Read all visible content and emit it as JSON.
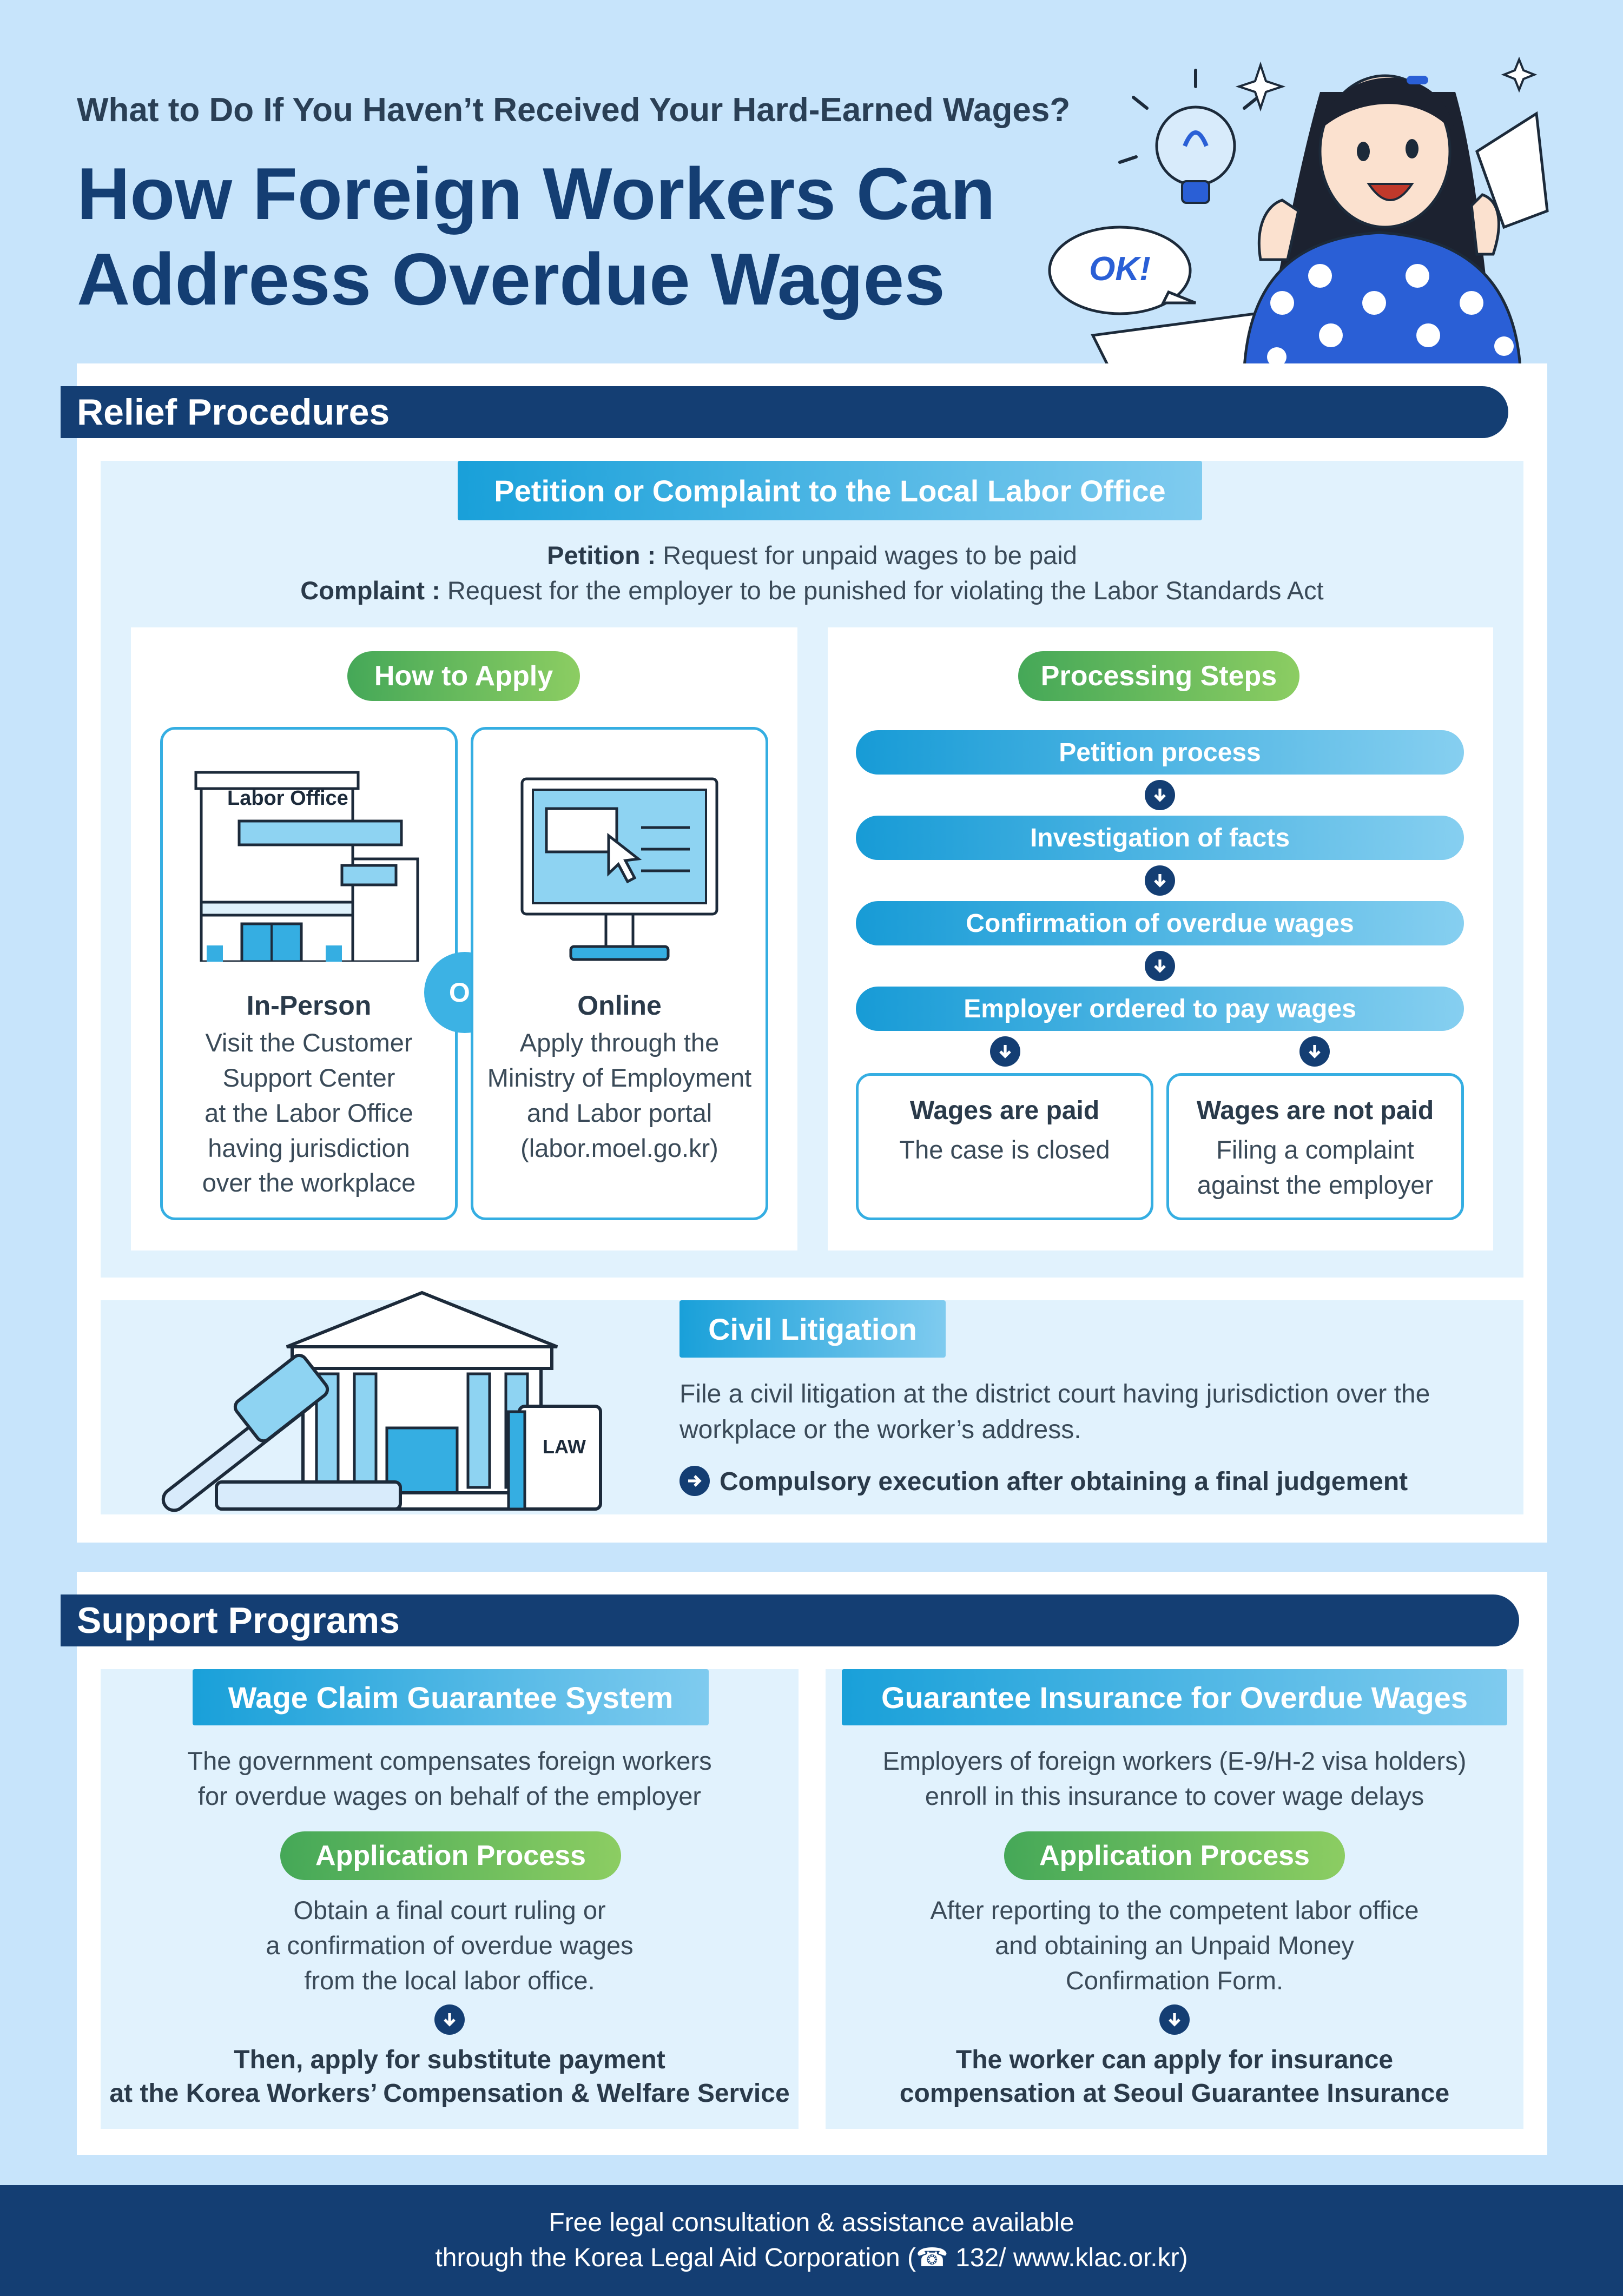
{
  "header": {
    "subtitle": "What to Do If You Haven’t Received Your Hard-Earned Wages?",
    "title_line1": "How Foreign Workers Can",
    "title_line2": "Address Overdue Wages",
    "speech_bubble": "OK!"
  },
  "relief": {
    "section_title": "Relief Procedures",
    "petition_tab": "Petition or Complaint to the Local Labor Office",
    "petition_label": "Petition :",
    "petition_desc": "Request for unpaid wages to be paid",
    "complaint_label": "Complaint :",
    "complaint_desc": "Request for the employer to be punished for violating the Labor Standards Act",
    "how_to_apply": {
      "title": "How to Apply",
      "in_person": {
        "sign": "Labor Office",
        "title": "In-Person",
        "lines": [
          "Visit the Customer",
          "Support Center",
          "at the Labor Office",
          "having jurisdiction",
          "over the workplace"
        ]
      },
      "or_label": "Or",
      "online": {
        "title": "Online",
        "lines": [
          "Apply through the",
          "Ministry of Employment",
          "and Labor portal",
          "(labor.moel.go.kr)"
        ]
      }
    },
    "processing": {
      "title": "Processing Steps",
      "steps": [
        "Petition process",
        "Investigation of facts",
        "Confirmation of overdue wages",
        "Employer ordered to pay wages"
      ],
      "paid_title": "Wages are paid",
      "paid_desc": "The case is closed",
      "not_paid_title": "Wages are not paid",
      "not_paid_lines": [
        "Filing a complaint",
        "against the employer"
      ]
    },
    "civil": {
      "title": "Civil Litigation",
      "line1": "File a civil litigation at the district court having jurisdiction over the",
      "line2": "workplace or the worker’s address.",
      "result": "Compulsory execution after obtaining a final judgement",
      "book_label": "LAW"
    }
  },
  "support": {
    "section_title": "Support Programs",
    "wage_claim": {
      "title": "Wage Claim Guarantee System",
      "desc_lines": [
        "The government compensates foreign workers",
        "for overdue wages on behalf of the employer"
      ],
      "process_title": "Application Process",
      "process_lines": [
        "Obtain a final court ruling or",
        "a confirmation of overdue wages",
        "from the local labor office."
      ],
      "result_lines": [
        "Then, apply for substitute payment",
        "at the Korea Workers’ Compensation & Welfare Service"
      ]
    },
    "insurance": {
      "title": "Guarantee Insurance for Overdue Wages",
      "desc_lines": [
        "Employers of foreign workers (E-9/H-2 visa holders)",
        "enroll in this insurance to cover wage delays"
      ],
      "process_title": "Application Process",
      "process_lines": [
        "After reporting to the competent labor office",
        "and obtaining an Unpaid Money",
        "Confirmation Form."
      ],
      "result_lines": [
        "The worker can apply for insurance",
        "compensation at Seoul Guarantee Insurance"
      ]
    }
  },
  "footer": {
    "line1": "Free legal consultation & assistance available",
    "line2": "through the Korea Legal Aid Corporation (☎ 132/ www.klac.or.kr)"
  },
  "colors": {
    "navy": "#143e73",
    "cyan": "#19a0d9",
    "green": "#45a858",
    "background": "#c7e4fb"
  }
}
